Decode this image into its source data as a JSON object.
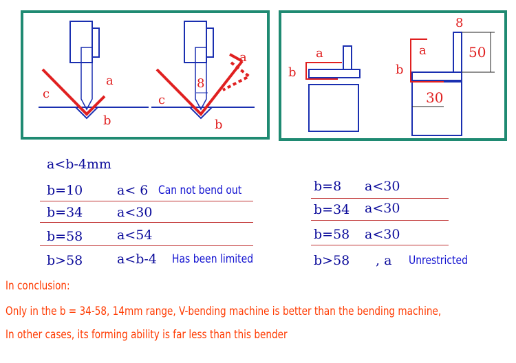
{
  "panel_left": {
    "fig1": {
      "label_a": "a",
      "label_b": "b",
      "label_c": "c"
    },
    "fig2": {
      "label_a": "a",
      "label_b": "b",
      "label_c": "c",
      "dim": "8"
    }
  },
  "panel_right": {
    "fig1": {
      "label_a": "a",
      "label_b": "b"
    },
    "fig2": {
      "label_a": "a",
      "label_b": "b",
      "dim_top": "8",
      "dim_height": "50",
      "dim_width": "30"
    }
  },
  "formula": "a<b-4mm",
  "left_table": [
    {
      "b": "b=10",
      "a": "a< 6",
      "note": "Can not bend out"
    },
    {
      "b": "b=34",
      "a": "a<30",
      "note": ""
    },
    {
      "b": "b=58",
      "a": "a<54",
      "note": ""
    },
    {
      "b": "b>58",
      "a": "a<b-4",
      "note": "Has been limited"
    }
  ],
  "right_table": [
    {
      "b": "b=8",
      "a": "a<30",
      "note": ""
    },
    {
      "b": "b=34",
      "a": "a<30",
      "note": ""
    },
    {
      "b": "b=58",
      "a": "a<30",
      "note": ""
    },
    {
      "b": "b>58",
      "a": ", a",
      "note": "Unrestricted"
    }
  ],
  "conclusion": [
    "In conclusion:",
    "Only in the b = 34-58, 14mm range, V-bending machine is better than the bending machine,",
    "In other cases, its forming ability is far less than this bender"
  ],
  "colors": {
    "frame": "#1f8a72",
    "part": "#e02020",
    "tool": "#1a2fb0",
    "text_blue": "#0a0a9a",
    "conclusion": "#ff3a00"
  }
}
